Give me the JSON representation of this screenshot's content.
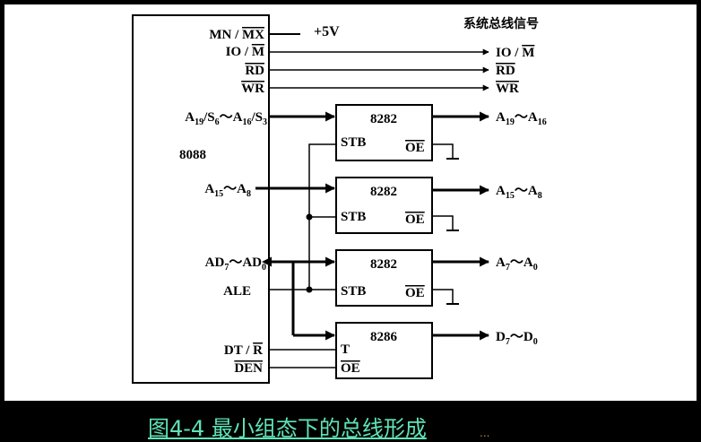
{
  "diagram": {
    "cpu_name": "8088",
    "power_label": "+5V",
    "bus_title": "系统总线信号",
    "cpu_pins": {
      "mn_mx": "MN / MX",
      "io_m": "IO / M",
      "rd": "RD",
      "wr": "WR",
      "a19_a16": "A19/S6～A16/S3",
      "a15_a8": "A15～A8",
      "ad7_ad0": "AD7～AD0",
      "ale": "ALE",
      "dt_r": "DT / R",
      "den": "DEN"
    },
    "chips": [
      {
        "name": "8282",
        "strobe_label": "STB",
        "enable_label": "OE"
      },
      {
        "name": "8282",
        "strobe_label": "STB",
        "enable_label": "OE"
      },
      {
        "name": "8282",
        "strobe_label": "STB",
        "enable_label": "OE"
      },
      {
        "name": "8286",
        "dir_label": "T",
        "enable_label": "OE"
      }
    ],
    "outputs": {
      "io_m": "IO / M",
      "rd": "RD",
      "wr": "WR",
      "a19_a16": "A19～A16",
      "a15_a8": "A15～A8",
      "a7_a0": "A7～A0",
      "d7_d0": "D7～D0"
    }
  },
  "caption": {
    "text": "图4-4  最小组态下的总线形成",
    "tail_text": "...",
    "color": "#5fe3b8"
  }
}
